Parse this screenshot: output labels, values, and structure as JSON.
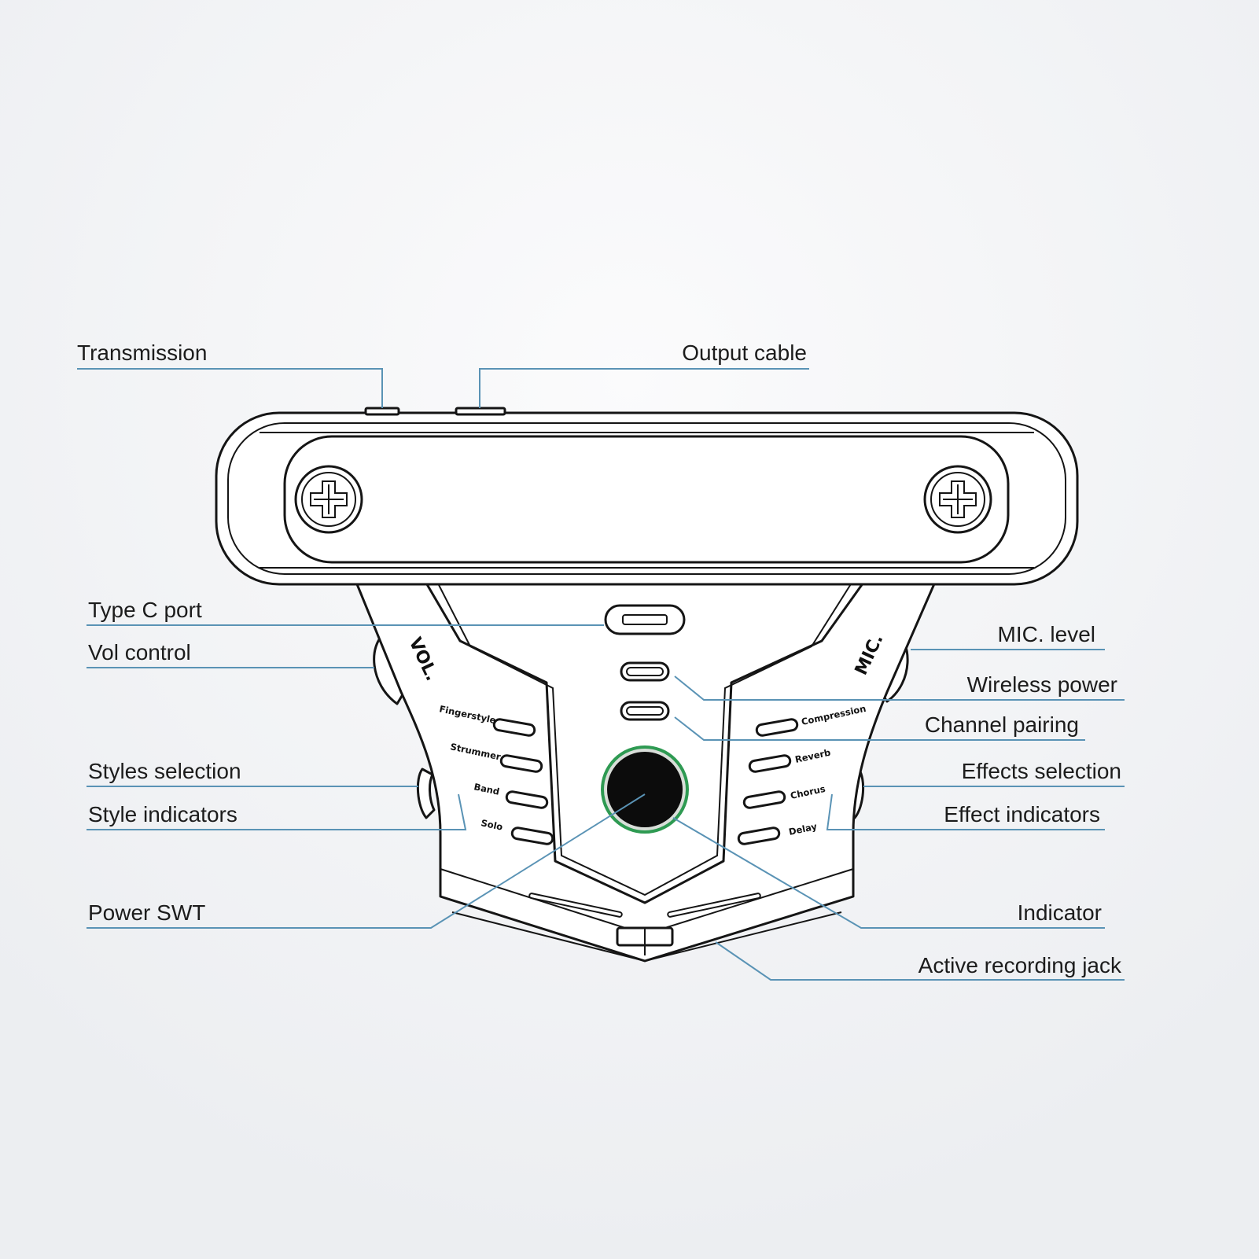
{
  "colors": {
    "background": "#f2f3f5",
    "leader_line": "#5a93b5",
    "outline": "#151515",
    "power_ring": "#2e9a52"
  },
  "callouts": {
    "transmission": "Transmission",
    "output_cable": "Output cable",
    "type_c_port": "Type C port",
    "vol_control": "Vol control",
    "styles_selection": "Styles selection",
    "style_indicators": "Style indicators",
    "power_swt": "Power SWT",
    "mic_level": "MIC. level",
    "wireless_power": "Wireless power",
    "channel_pairing": "Channel pairing",
    "effects_selection": "Effects selection",
    "effect_indicators": "Effect indicators",
    "indicator": "Indicator",
    "active_recording_jack": "Active recording jack"
  },
  "device": {
    "knob_left": "VOL.",
    "knob_right": "MIC.",
    "styles": [
      "Fingerstyle",
      "Strummer",
      "Band",
      "Solo"
    ],
    "effects": [
      "Compression",
      "Reverb",
      "Chorus",
      "Delay"
    ]
  }
}
